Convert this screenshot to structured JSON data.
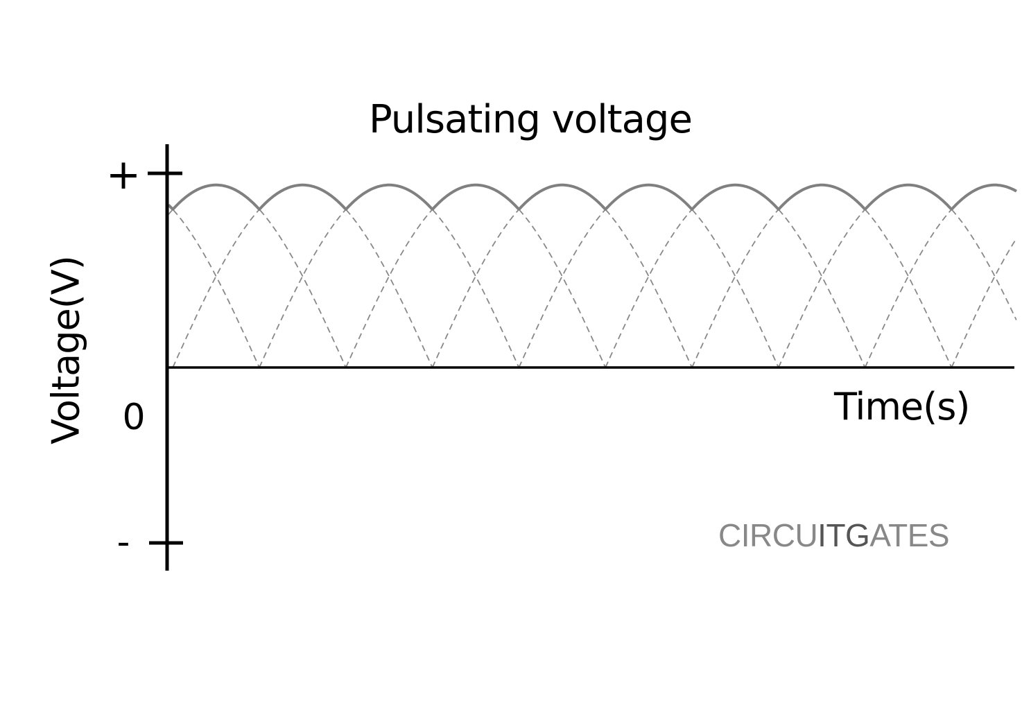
{
  "title": "Pulsating voltage",
  "axes": {
    "ylabel": "Voltage(V)",
    "xlabel": "Time(s)",
    "y_tick_labels": {
      "positive": "+",
      "zero": "0",
      "negative": "-"
    }
  },
  "watermark": {
    "part1": "CIRCU",
    "part2": "ITG",
    "part3": "ATES"
  },
  "colors": {
    "axis": "#000000",
    "envelope": "#808080",
    "phase_dashed": "#888888",
    "watermark_light": "#888888",
    "watermark_dark": "#555555"
  },
  "chart_data": {
    "type": "line",
    "title": "Pulsating voltage",
    "xlabel": "Time(s)",
    "ylabel": "Voltage(V)",
    "y_ticks": [
      "+",
      "0",
      "-"
    ],
    "ylim": [
      -1,
      1
    ],
    "grid": false,
    "description": "Three overlapping rectified sine phases (dashed) whose upper envelope forms the pulsating DC output (solid).",
    "phases": 3,
    "phase_peak": 0.94,
    "envelope_min": 0.83,
    "envelope_ripples_visible": 9.8,
    "series": [
      {
        "name": "pulsating envelope",
        "style": "solid"
      },
      {
        "name": "phase half-sine arches",
        "style": "dashed"
      }
    ]
  }
}
